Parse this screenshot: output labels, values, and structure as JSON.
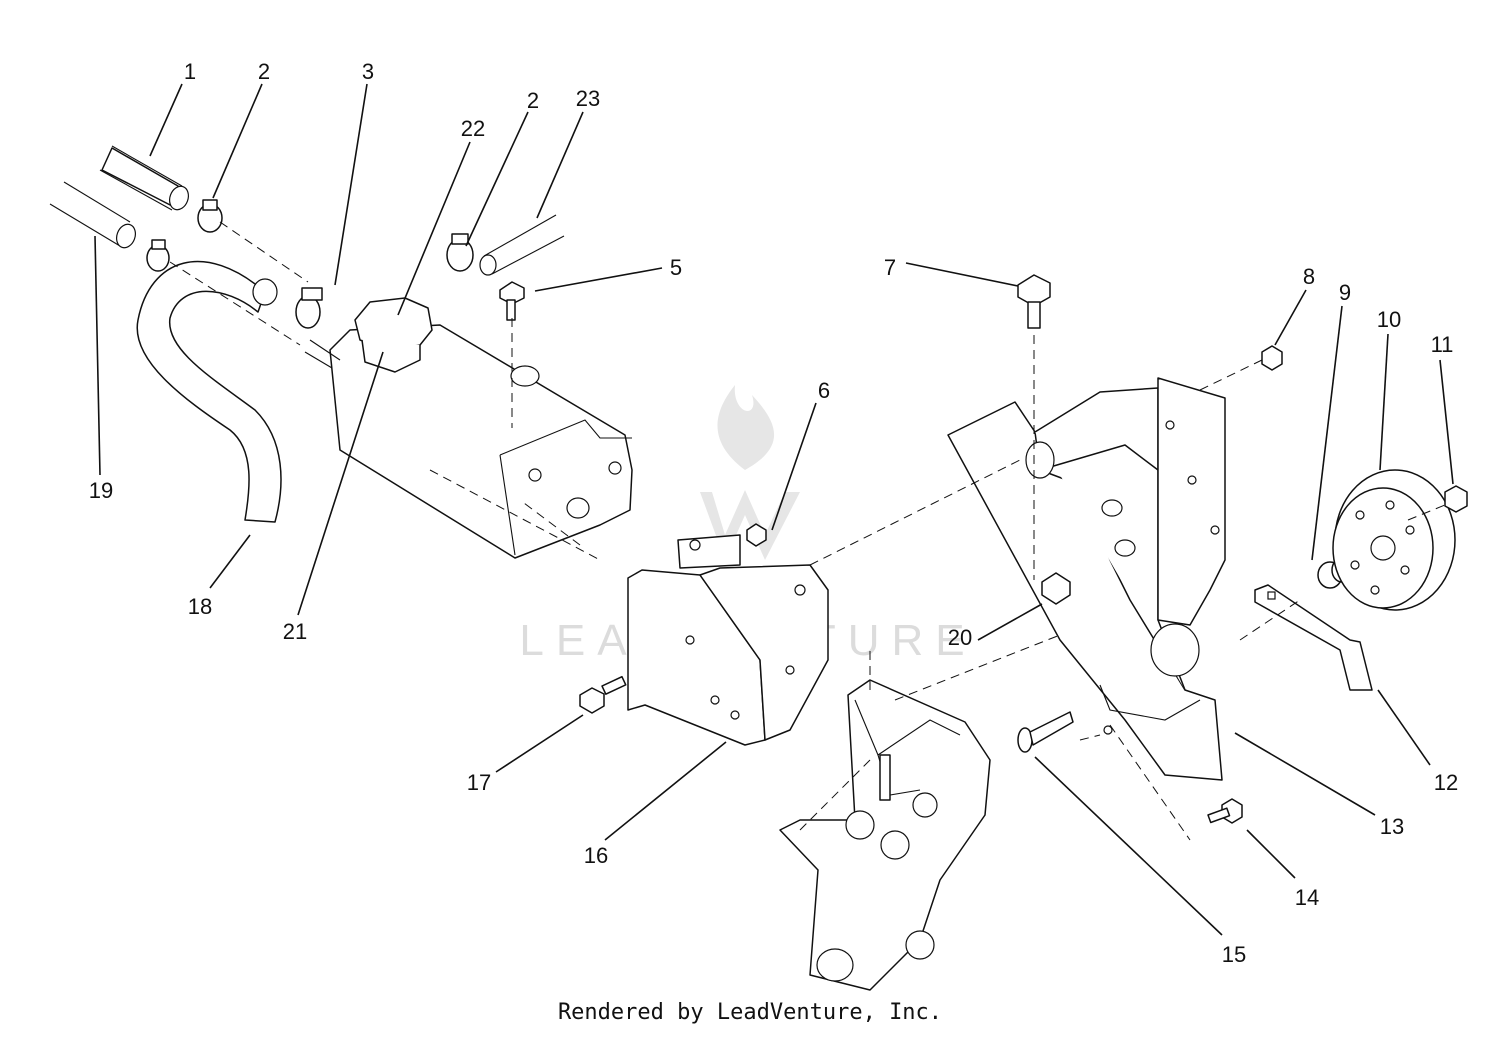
{
  "watermark": {
    "text": "LEADVENTURE"
  },
  "footer": {
    "text": "Rendered by LeadVenture, Inc."
  },
  "callouts": {
    "c1": "1",
    "c2a": "2",
    "c3": "3",
    "c22": "22",
    "c2b": "2",
    "c23": "23",
    "c5": "5",
    "c7": "7",
    "c8": "8",
    "c9": "9",
    "c10": "10",
    "c11": "11",
    "c19": "19",
    "c6": "6",
    "c18": "18",
    "c21": "21",
    "c20": "20",
    "c12": "12",
    "c17": "17",
    "c13": "13",
    "c16": "16",
    "c14": "14",
    "c15": "15"
  }
}
